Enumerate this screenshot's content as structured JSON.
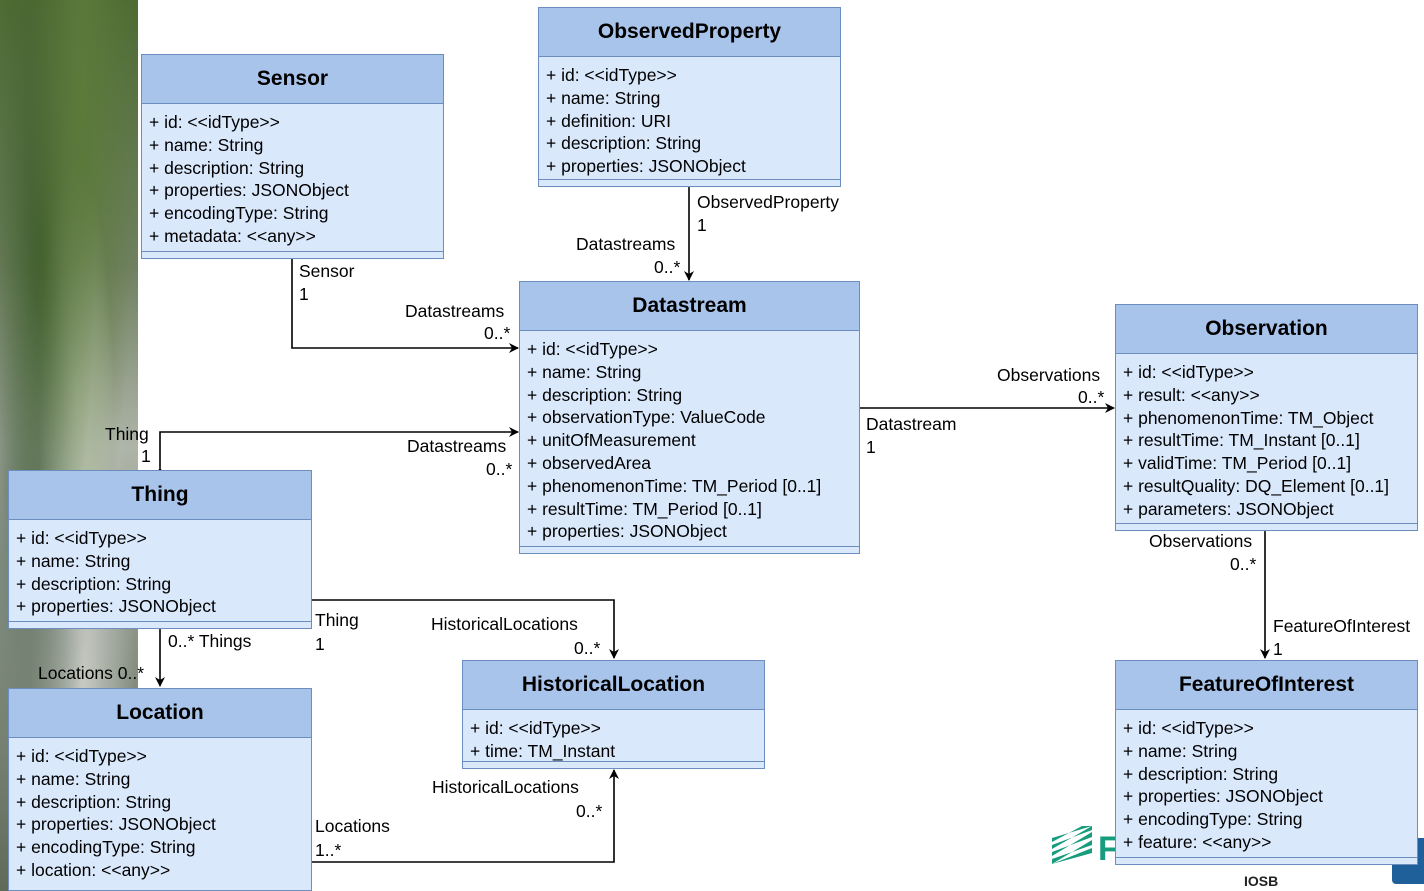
{
  "entities": {
    "observed_property": {
      "title": "ObservedProperty",
      "attrs": [
        "+ id: <<idType>>",
        "+ name: String",
        "+ definition: URI",
        "+ description: String",
        "+ properties: JSONObject"
      ]
    },
    "sensor": {
      "title": "Sensor",
      "attrs": [
        "+ id: <<idType>>",
        "+ name: String",
        "+ description: String",
        "+ properties: JSONObject",
        "+ encodingType: String",
        "+ metadata: <<any>>"
      ]
    },
    "datastream": {
      "title": "Datastream",
      "attrs": [
        "+ id: <<idType>>",
        "+ name: String",
        "+ description: String",
        "+ observationType: ValueCode",
        "+ unitOfMeasurement",
        "+ observedArea",
        "+ phenomenonTime: TM_Period [0..1]",
        "+ resultTime: TM_Period [0..1]",
        "+ properties: JSONObject"
      ]
    },
    "observation": {
      "title": "Observation",
      "attrs": [
        "+ id: <<idType>>",
        "+ result: <<any>>",
        "+ phenomenonTime: TM_Object",
        "+ resultTime: TM_Instant [0..1]",
        "+ validTime: TM_Period [0..1]",
        "+ resultQuality: DQ_Element [0..1]",
        "+ parameters: JSONObject"
      ]
    },
    "thing": {
      "title": "Thing",
      "attrs": [
        "+ id: <<idType>>",
        "+ name: String",
        "+ description: String",
        "+ properties: JSONObject"
      ]
    },
    "location": {
      "title": "Location",
      "attrs": [
        "+ id: <<idType>>",
        "+ name: String",
        "+ description: String",
        "+ properties: JSONObject",
        "+ encodingType: String",
        "+ location: <<any>>"
      ]
    },
    "historical_location": {
      "title": "HistoricalLocation",
      "attrs": [
        "+ id: <<idType>>",
        "+ time: TM_Instant"
      ]
    },
    "feature_of_interest": {
      "title": "FeatureOfInterest",
      "attrs": [
        "+ id: <<idType>>",
        "+ name: String",
        "+ description: String",
        "+ properties: JSONObject",
        "+ encodingType: String",
        "+ feature: <<any>>"
      ]
    }
  },
  "labels": {
    "op_role": "ObservedProperty",
    "op_mult": "1",
    "op_ds_role": "Datastreams",
    "op_ds_mult": "0..*",
    "sensor_role": "Sensor",
    "sensor_mult": "1",
    "sensor_ds_role": "Datastreams",
    "sensor_ds_mult": "0..*",
    "thing_role": "Thing",
    "thing_mult": "1",
    "thing_ds_role": "Datastreams",
    "thing_ds_mult": "0..*",
    "obs_role": "Observations",
    "obs_mult": "0..*",
    "ds_role": "Datastream",
    "ds_mult": "1",
    "foi_obs_role": "Observations",
    "foi_obs_mult": "0..*",
    "foi_role": "FeatureOfInterest",
    "foi_mult": "1",
    "things_role": "0..* Things",
    "locations_role": "Locations 0..*",
    "hl_thing_role": "Thing",
    "hl_thing_mult": "1",
    "thing_hl_role": "HistoricalLocations",
    "thing_hl_mult": "0..*",
    "loc_hl_role": "HistoricalLocations",
    "loc_hl_mult": "0..*",
    "hl_loc_role": "Locations",
    "hl_loc_mult": "1..*"
  },
  "logo": {
    "text": "IOSB",
    "partial_letter": "F",
    "color": "#179c7d"
  }
}
